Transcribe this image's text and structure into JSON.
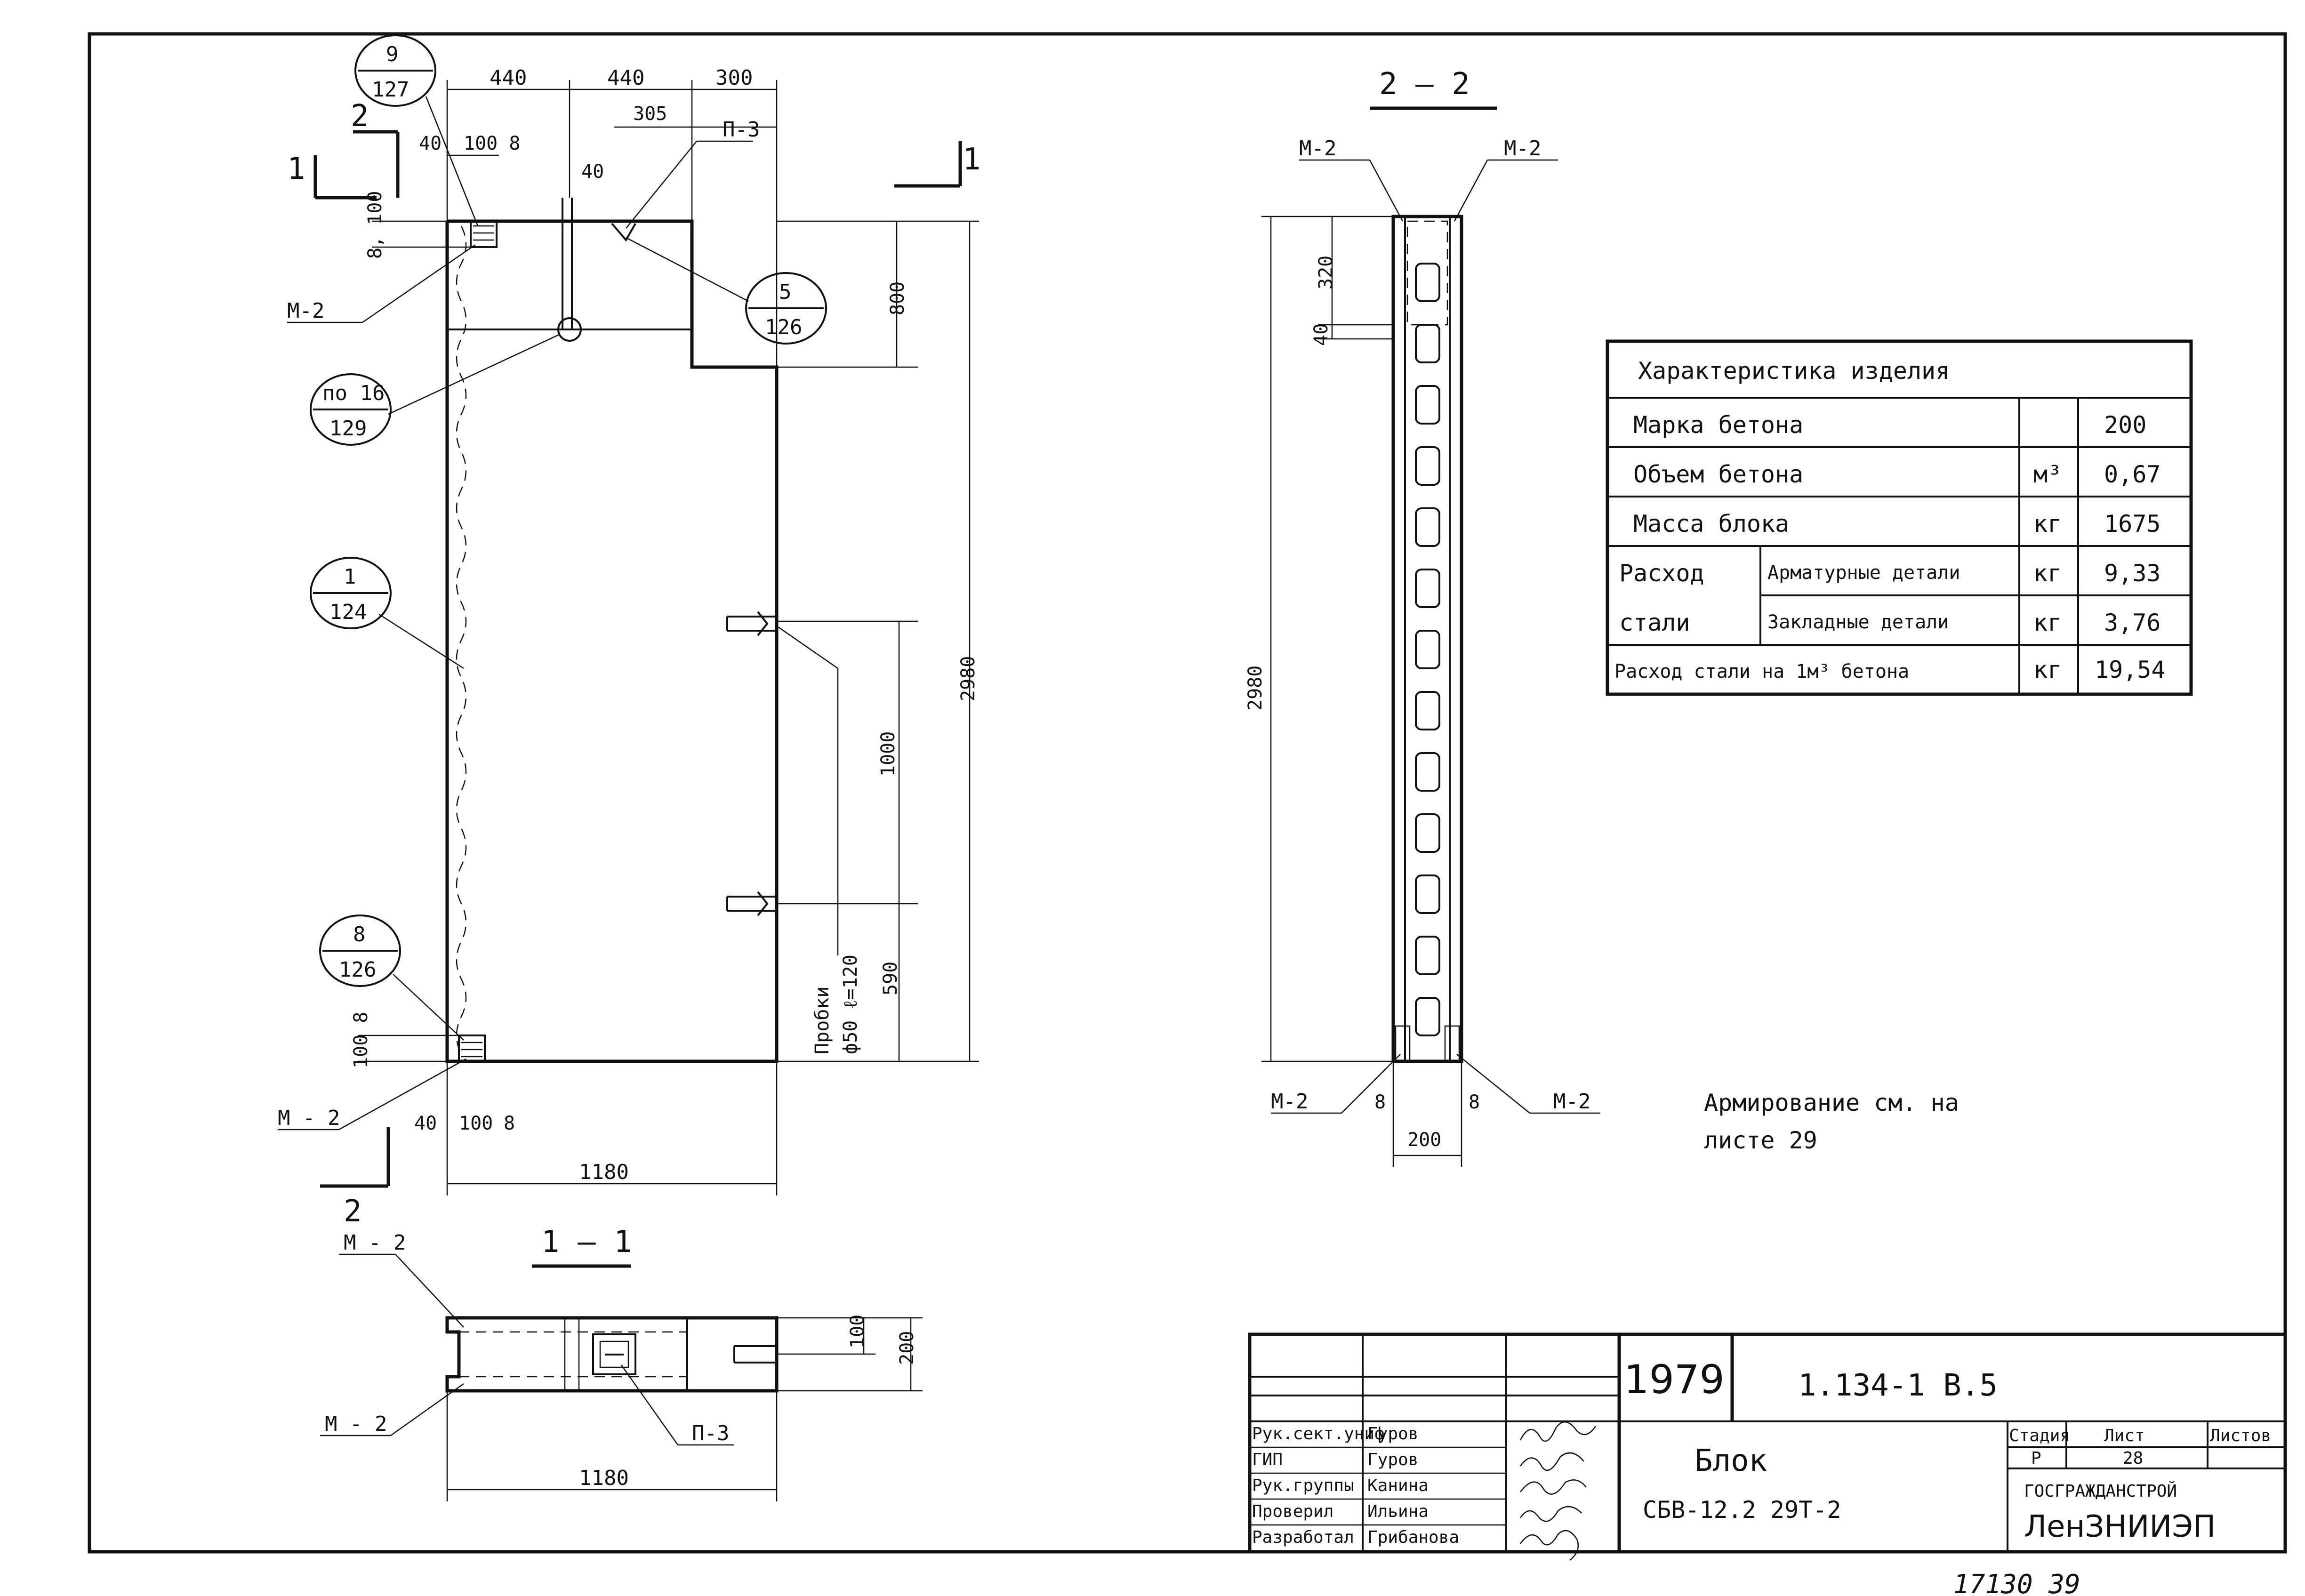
{
  "views": {
    "section_2_2_title": "2 — 2",
    "section_1_1_title": "1 — 1",
    "section_mark_1": "1",
    "section_mark_2": "2"
  },
  "front_view": {
    "dims_top": [
      "440",
      "440",
      "300"
    ],
    "dim_305": "305",
    "dim_40_left": "40",
    "dim_100_8_top": "100 8",
    "dim_40_center": "40",
    "dim_8_100": "8, 100",
    "dim_800": "800",
    "dim_2980": "2980",
    "dim_1000": "1000",
    "dim_590": "590",
    "dim_100_8_bottom": "100 8",
    "dim_40_bottom": "40",
    "dim_100_bottom": "100",
    "dim_8_bottom": "8",
    "dim_1180": "1180",
    "probki_label": "Пробки",
    "probki_dim": "ф50 ℓ=120",
    "leader_m2_a": "М-2",
    "leader_m2_b": "М - 2",
    "leader_p3": "П-3"
  },
  "callouts": [
    {
      "top": "9",
      "bottom": "127"
    },
    {
      "top": "5",
      "bottom": "126"
    },
    {
      "top": "по 16",
      "bottom": "129"
    },
    {
      "top": "1",
      "bottom": "124"
    },
    {
      "top": "8",
      "bottom": "126"
    }
  ],
  "section_2_2": {
    "label_tl": "М-2",
    "label_tr": "М-2",
    "label_bl": "М-2",
    "label_br": "М-2",
    "dim_320": "320",
    "dim_40": "40",
    "dim_2980": "2980",
    "dim_8_left": "8",
    "dim_8_right": "8",
    "dim_200": "200"
  },
  "section_1_1": {
    "label_m2_top": "М - 2",
    "label_m2_bottom": "М - 2",
    "label_p3": "П-3",
    "dim_100": "100",
    "dim_200": "200",
    "dim_1180": "1180"
  },
  "spec_table": {
    "header": "Характеристика изделия",
    "rows": [
      {
        "label": "Марка бетона",
        "unit": "",
        "value": "200"
      },
      {
        "label": "Объем бетона",
        "unit": "м³",
        "value": "0,67"
      },
      {
        "label": "Масса блока",
        "unit": "кг",
        "value": "1675"
      },
      {
        "label_a": "Расход",
        "label_b": "Арматурные детали",
        "unit": "кг",
        "value": "9,33"
      },
      {
        "label_a": "стали",
        "label_b": "Закладные детали",
        "unit": "кг",
        "value": "3,76"
      },
      {
        "label": "Расход стали на 1м³ бетона",
        "unit": "кг",
        "value": "19,54"
      }
    ]
  },
  "note": {
    "line1": "Армирование см. на",
    "line2": "листе 29"
  },
  "title_block": {
    "year": "1979",
    "doc_code": "1.134-1  В.5",
    "name_line1": "Блок",
    "name_line2": "СБВ-12.2 29Т-2",
    "stage_header": "Стадия",
    "sheet_header": "Лист",
    "sheets_header": "Листов",
    "stage_value": "Р",
    "sheet_value": "28",
    "org_line1": "ГОСГРАЖДАНСТРОЙ",
    "org_line2": "ЛенЗНИИЭП",
    "people": [
      {
        "role": "Рук.сект.униф",
        "name": "Гуров"
      },
      {
        "role": "ГИП",
        "name": "Гуров"
      },
      {
        "role": "Рук.группы",
        "name": "Канина"
      },
      {
        "role": "Проверил",
        "name": "Ильина"
      },
      {
        "role": "Разработал",
        "name": "Грибанова"
      }
    ]
  },
  "archive_number": "17130  39"
}
